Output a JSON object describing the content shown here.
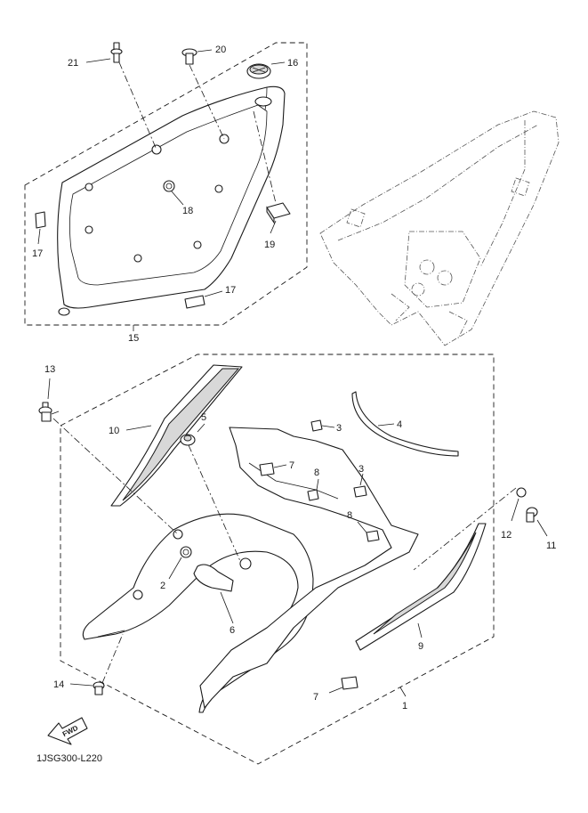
{
  "callouts": {
    "c1": "1",
    "c2": "2",
    "c3a": "3",
    "c3b": "3",
    "c4": "4",
    "c5": "5",
    "c6": "6",
    "c7a": "7",
    "c7b": "7",
    "c8a": "8",
    "c8b": "8",
    "c9": "9",
    "c10": "10",
    "c11": "11",
    "c12": "12",
    "c13": "13",
    "c14": "14",
    "c15": "15",
    "c16": "16",
    "c17a": "17",
    "c17b": "17",
    "c18": "18",
    "c19": "19",
    "c20": "20",
    "c21": "21"
  },
  "fwd_label": "FWD",
  "diagram_code": "1JSG300-L220"
}
